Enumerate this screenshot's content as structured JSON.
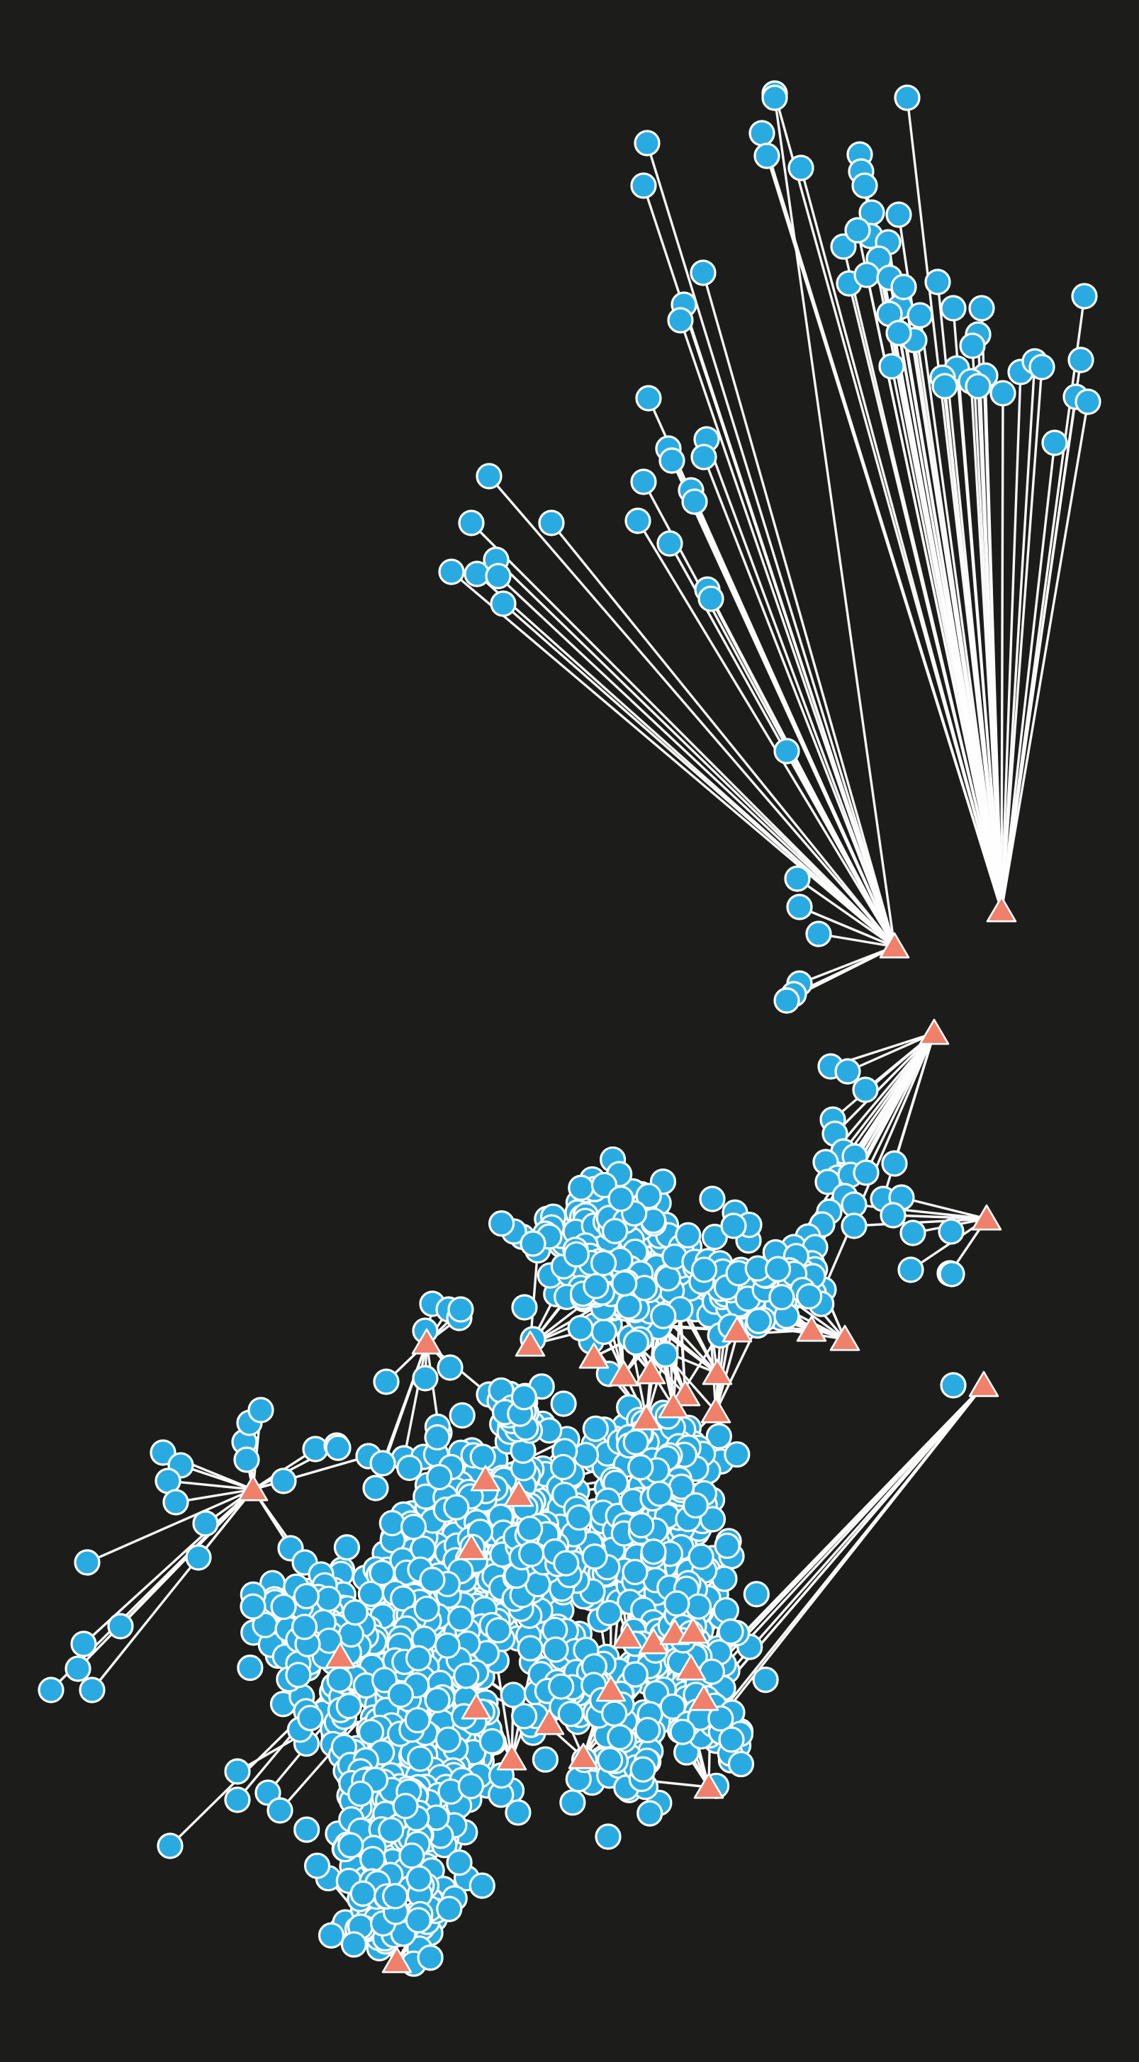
{
  "figure": {
    "kind": "network-graph",
    "background": "#1c1d1b",
    "edge_color": "#ffffff",
    "node_types": [
      {
        "shape": "circle",
        "fill": "#29abe2",
        "stroke": "#ffffff"
      },
      {
        "shape": "triangle",
        "fill": "#f0806a",
        "stroke": "#ffffff"
      }
    ]
  }
}
